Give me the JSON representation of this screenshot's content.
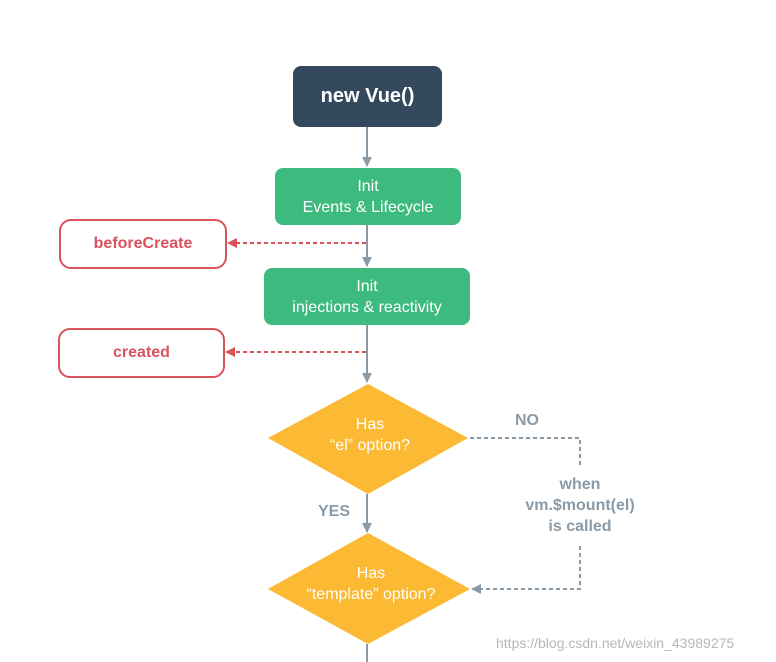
{
  "nodes": {
    "new_vue": "new Vue()",
    "init_events": {
      "line1": "Init",
      "line2": "Events & Lifecycle"
    },
    "before_create": "beforeCreate",
    "init_injections": {
      "line1": "Init",
      "line2": "injections & reactivity"
    },
    "created": "created",
    "has_el": {
      "line1": "Has",
      "line2": "“el” option?"
    },
    "has_template": {
      "line1": "Has",
      "line2": "“template” option?"
    }
  },
  "labels": {
    "no": "NO",
    "yes": "YES",
    "when": {
      "line1": "when",
      "line2": "vm.$mount(el)",
      "line3": "is called"
    }
  },
  "watermark": "https://blog.csdn.net/weixin_43989275",
  "colors": {
    "dark_node": "#34495e",
    "green_node": "#3dba7e",
    "hook_red": "#d9535d",
    "decision_yellow": "#fbb934",
    "connector_gray": "#8a9aa7"
  }
}
